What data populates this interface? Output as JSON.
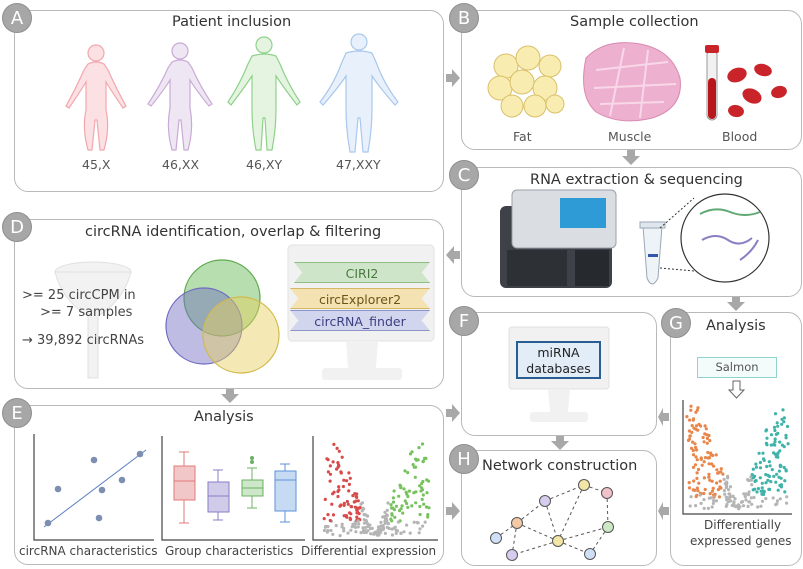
{
  "panels": {
    "A": {
      "letter": "A",
      "title": "Patient inclusion",
      "karyotypes": [
        "45,X",
        "46,XX",
        "46,XY",
        "47,XXY"
      ]
    },
    "B": {
      "letter": "B",
      "title": "Sample collection",
      "tissues": [
        "Fat",
        "Muscle",
        "Blood"
      ]
    },
    "C": {
      "letter": "C",
      "title": "RNA extraction & sequencing"
    },
    "D": {
      "letter": "D",
      "title": "circRNA identification, overlap & filtering",
      "filter_line1": ">= 25 circCPM in",
      "filter_line2": ">= 7 samples",
      "result": "→ 39,892 circRNAs",
      "tools": [
        "CIRI2",
        "circExplorer2",
        "circRNA_finder"
      ]
    },
    "E": {
      "letter": "E",
      "title": "Analysis",
      "subplots": [
        "circRNA characteristics",
        "Group characteristics",
        "Differential expression"
      ]
    },
    "F": {
      "letter": "F",
      "db_label": "miRNA databases",
      "db_line1": "miRNA",
      "db_line2": "databases"
    },
    "G": {
      "letter": "G",
      "title": "Analysis",
      "tool": "Salmon",
      "caption_line1": "Differentially",
      "caption_line2": "expressed genes"
    },
    "H": {
      "letter": "H",
      "title": "Network construction"
    }
  },
  "colors": {
    "panel_border": "#b9b9b9",
    "letter_badge": "#a7a7a7",
    "arrow": "#a8a8a8",
    "female": "#f2a7ad",
    "female_2": "#c9aad6",
    "male": "#8fd18a",
    "male_2": "#a9c8ec",
    "venn_green": "#7bc26b",
    "venn_blue": "#6f6bc0",
    "venn_yellow": "#e6cf5a",
    "tool_green": "#cfe5c9",
    "tool_yellow": "#f4e2b3",
    "tool_blue": "#d2d5ee",
    "volcano_orange": "#e8864b",
    "volcano_teal": "#3fb3a9",
    "volcano_red": "#d84b4b",
    "volcano_green": "#76c25d",
    "muscle": "#e8a0c4",
    "fat": "#f6e49a",
    "blood": "#c8242a"
  }
}
